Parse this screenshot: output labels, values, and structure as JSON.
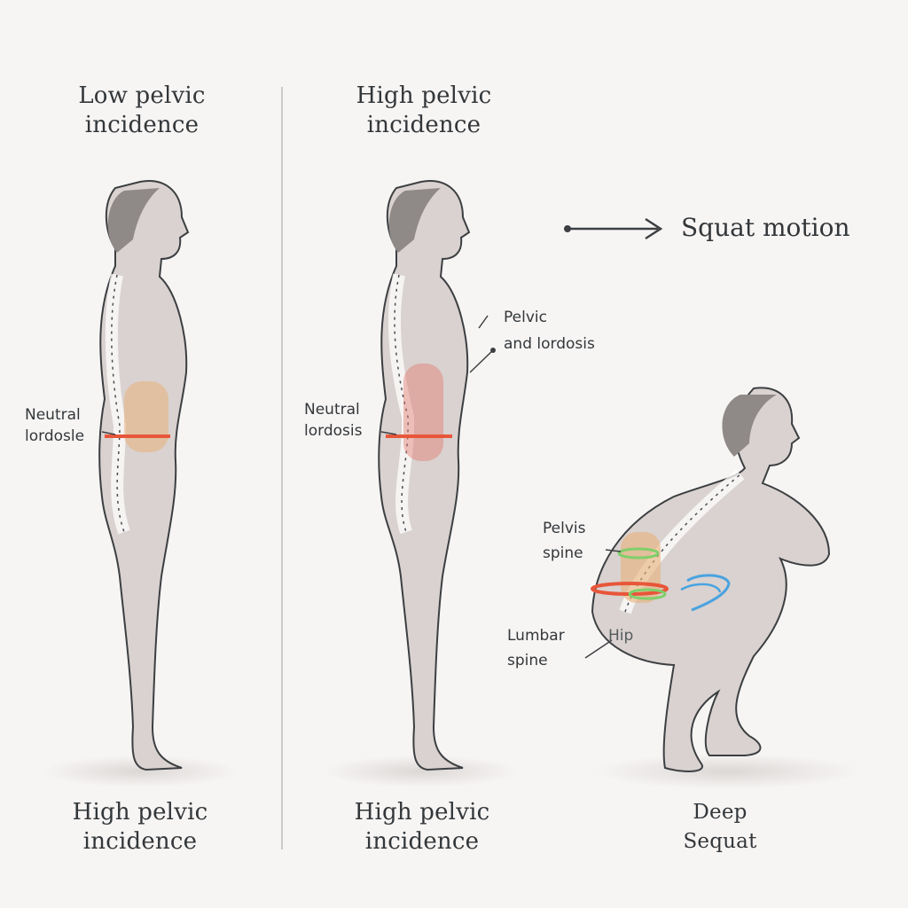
{
  "panels": {
    "left": {
      "top_title": [
        "Low pelvic",
        "incidence"
      ],
      "bottom_title": [
        "High pelvic",
        "incidence"
      ]
    },
    "middle": {
      "top_title": [
        "High pelvic",
        "incidence"
      ],
      "bottom_title": [
        "High pelvic",
        "incidence"
      ]
    },
    "right": {
      "bottom_title": [
        "Deep",
        "Sequat"
      ]
    }
  },
  "motion_label": "Squat motion",
  "annotations": {
    "left_neutral": [
      "Neutral",
      "lordosle"
    ],
    "middle_neutral": [
      "Neutral",
      "lordosis"
    ],
    "pelvic_lordosis": [
      "Pelvic",
      "and lordosis"
    ],
    "pelvis_spine": [
      "Pelvis",
      "spine"
    ],
    "lumbar_spine": [
      "Lumbar",
      "spine"
    ],
    "hip": "Hip"
  },
  "colors": {
    "background": "#f7f5f4",
    "skin": "#d9d2d0",
    "outline": "#3c3f42",
    "highlight_red": "#e8563a",
    "highlight_orange": "#e8b07a",
    "highlight_green": "#7fcf6a",
    "highlight_blue": "#4aa3e0"
  }
}
